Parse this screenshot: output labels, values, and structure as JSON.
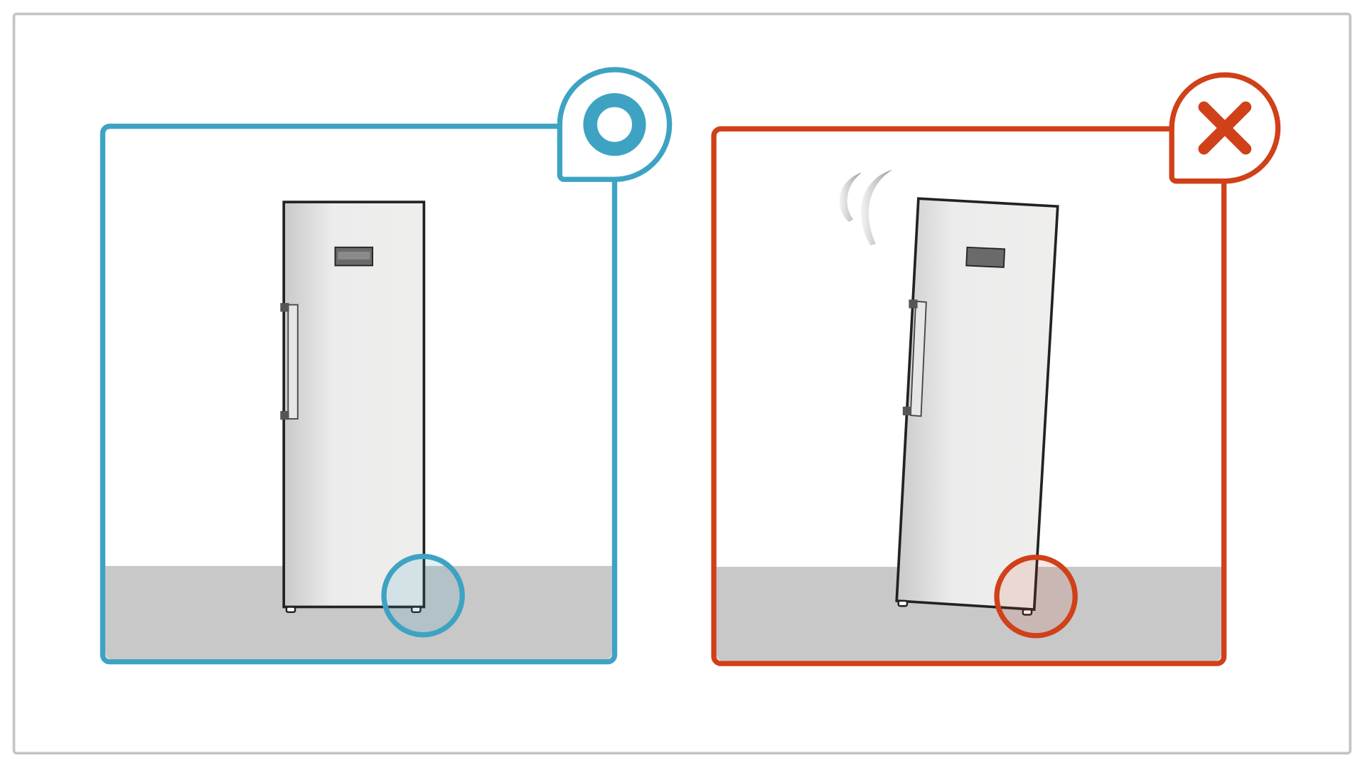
{
  "figure": {
    "panels": [
      {
        "id": "correct",
        "meaning": "level",
        "badge_icon": "circle-ok-icon",
        "color": "#3ea3c2"
      },
      {
        "id": "incorrect",
        "meaning": "tilted",
        "badge_icon": "cross-icon",
        "color": "#d04019"
      }
    ],
    "colors": {
      "frame": "#c4c4c4",
      "floor": "#c8c8c8",
      "outline": "#222222"
    }
  }
}
